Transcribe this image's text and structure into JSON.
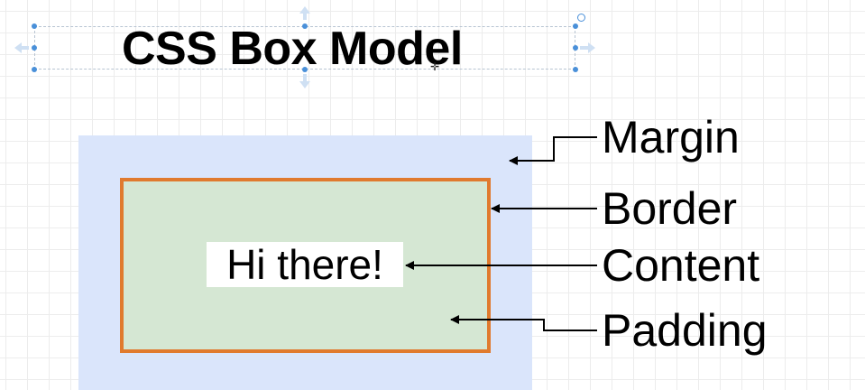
{
  "diagram": {
    "title": "CSS Box Model",
    "content_text": "Hi there!",
    "labels": {
      "margin": "Margin",
      "border": "Border",
      "content": "Content",
      "padding": "Padding"
    }
  },
  "colors": {
    "margin_fill": "#dae5fb",
    "padding_fill": "#d5e7d3",
    "border_stroke": "#e07a2e",
    "selection_handle": "#4a90d9"
  },
  "icons": {
    "selection": "selection-handles",
    "rotate": "rotate-handle-icon",
    "cursor": "move-cursor-icon"
  }
}
